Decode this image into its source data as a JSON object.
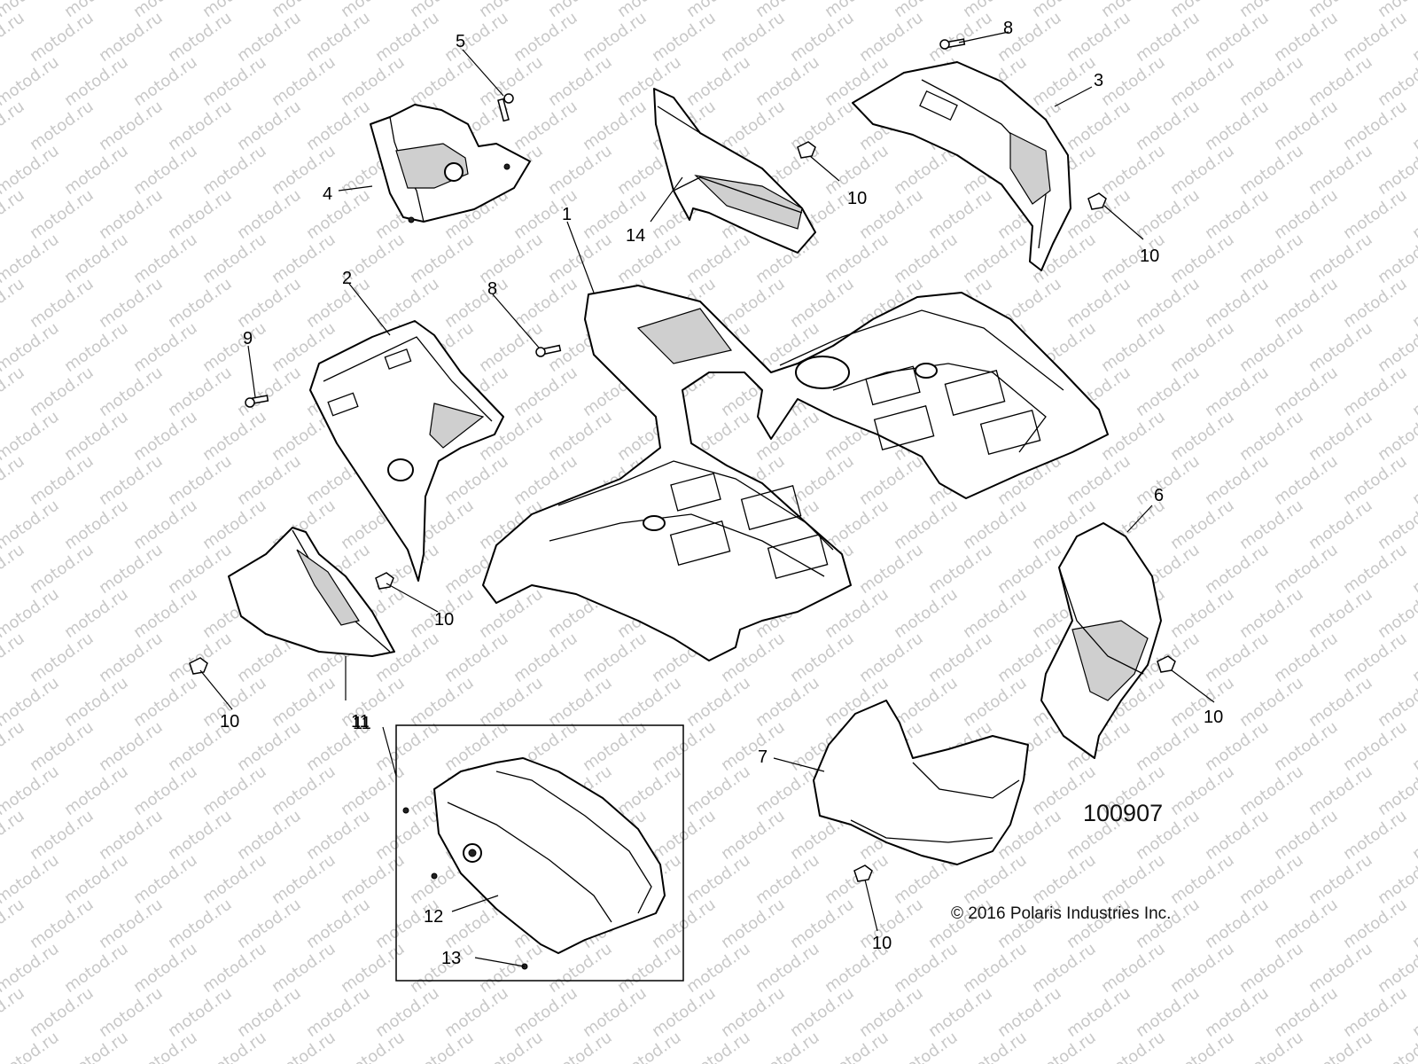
{
  "watermark": {
    "text": "motod.ru"
  },
  "diagram_number": "100907",
  "copyright": "© 2016 Polaris Industries Inc.",
  "callouts": [
    {
      "id": "c1",
      "label": "1"
    },
    {
      "id": "c2",
      "label": "2"
    },
    {
      "id": "c3",
      "label": "3"
    },
    {
      "id": "c4",
      "label": "4"
    },
    {
      "id": "c5",
      "label": "5"
    },
    {
      "id": "c6",
      "label": "6"
    },
    {
      "id": "c7",
      "label": "7"
    },
    {
      "id": "c8a",
      "label": "8"
    },
    {
      "id": "c8b",
      "label": "8"
    },
    {
      "id": "c9",
      "label": "9"
    },
    {
      "id": "c10a",
      "label": "10"
    },
    {
      "id": "c10b",
      "label": "10"
    },
    {
      "id": "c10c",
      "label": "10"
    },
    {
      "id": "c10d",
      "label": "10"
    },
    {
      "id": "c10e",
      "label": "10"
    },
    {
      "id": "c10f",
      "label": "10"
    },
    {
      "id": "c11a",
      "label": "11"
    },
    {
      "id": "c11b",
      "label": "11"
    },
    {
      "id": "c12",
      "label": "12"
    },
    {
      "id": "c13",
      "label": "13"
    },
    {
      "id": "c14",
      "label": "14"
    }
  ],
  "colors": {
    "line": "#000000",
    "background": "#ffffff",
    "watermark": "#c8c8c8"
  }
}
